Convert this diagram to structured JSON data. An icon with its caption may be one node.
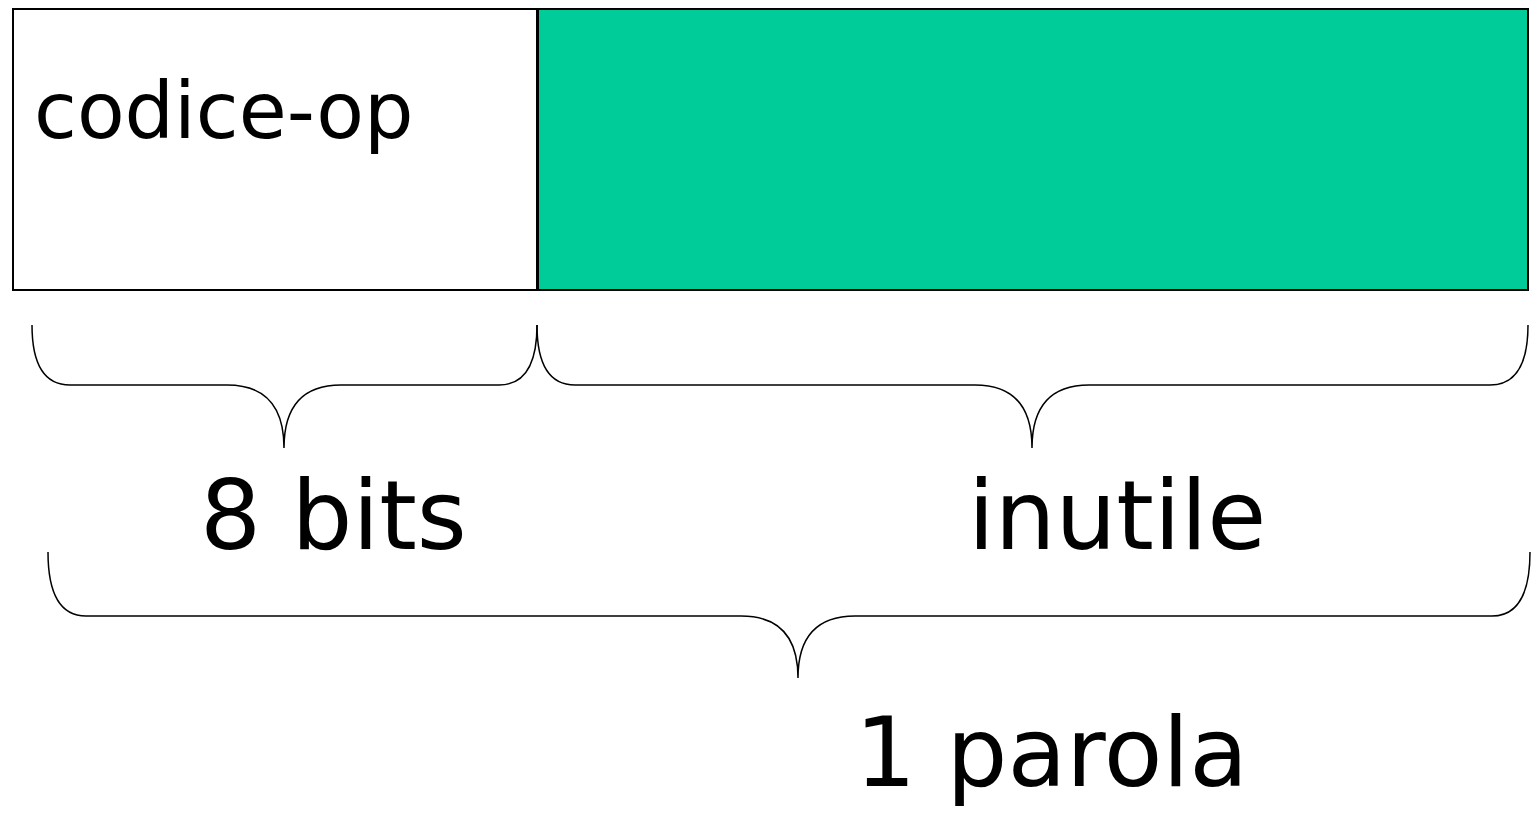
{
  "diagram": {
    "nodes": [
      {
        "text": [
          "codice-op"
        ]
      },
      {
        "text": [],
        "shape": "box"
      }
    ],
    "edges": [],
    "labels": [
      "8 bits",
      "inutile",
      "1 parola"
    ]
  }
}
